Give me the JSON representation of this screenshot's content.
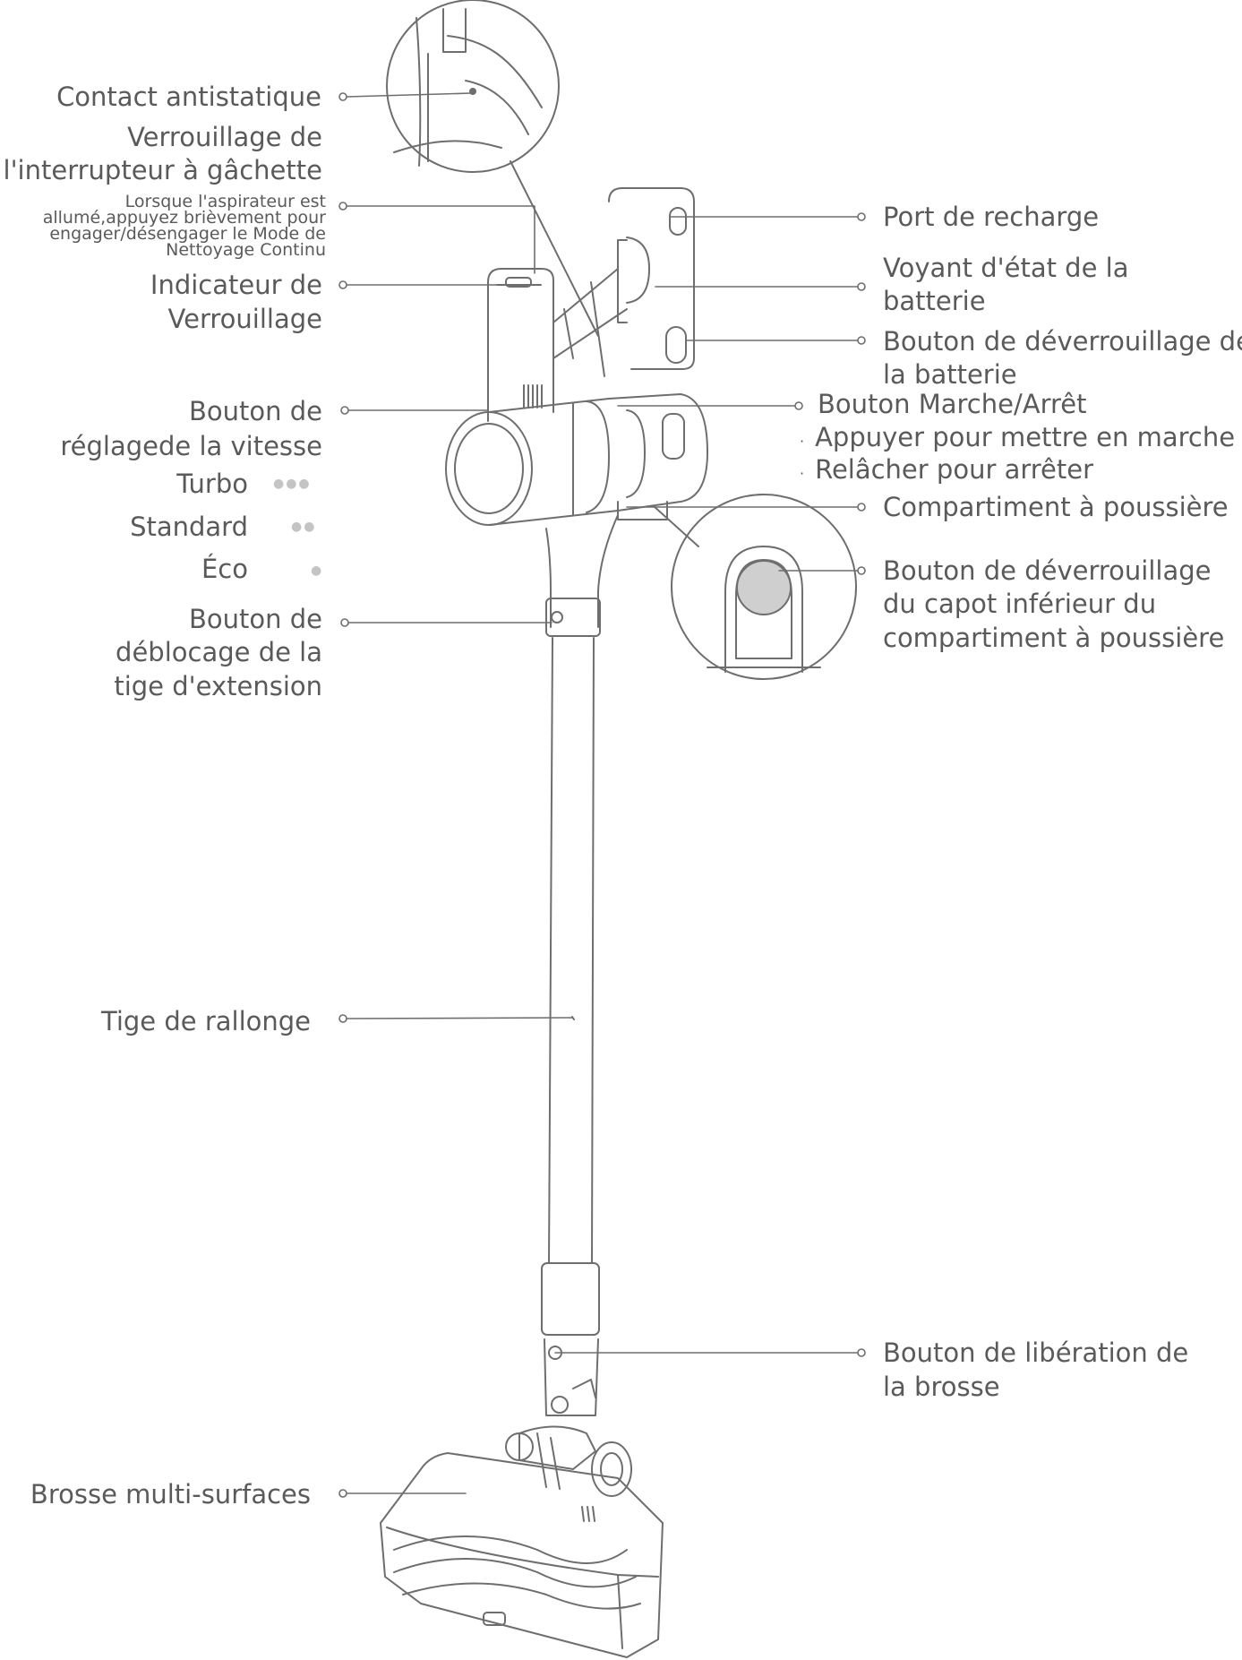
{
  "labels": {
    "antistatic_contact": "Contact antistatique",
    "trigger_lock_l1": "Verrouillage de",
    "trigger_lock_l2": "l'interrupteur à gâchette",
    "trigger_note_l1": "Lorsque l'aspirateur est",
    "trigger_note_l2": "allumé,appuyez brièvement pour",
    "trigger_note_l3": "engager/désengager le Mode de",
    "trigger_note_l4": "Nettoyage Continu",
    "lock_indicator_l1": "Indicateur de",
    "lock_indicator_l2": "Verrouillage",
    "speed_button_l1": "Bouton de",
    "speed_button_l2": "réglagede la vitesse",
    "turbo": "Turbo",
    "standard": "Standard",
    "eco": "Éco",
    "extension_release_l1": "Bouton de",
    "extension_release_l2": "déblocage de la",
    "extension_release_l3": "tige d'extension",
    "extension_tube": "Tige de rallonge",
    "multi_surface_brush": "Brosse multi-surfaces",
    "charging_port": "Port de recharge",
    "battery_status_l1": "Voyant d'état de la",
    "battery_status_l2": "batterie",
    "battery_release_l1": "Bouton de déverrouillage de",
    "battery_release_l2": "la batterie",
    "power_button": "Bouton Marche/Arrêt",
    "power_press": "Appuyer pour mettre en marche",
    "power_release": "Relâcher pour arrêter",
    "dust_bin": "Compartiment à poussière",
    "bin_lid_release_l1": "Bouton de déverrouillage",
    "bin_lid_release_l2": "du capot inférieur du",
    "bin_lid_release_l3": "compartiment à poussière",
    "brush_release_l1": "Bouton de libération de",
    "brush_release_l2": "la brosse"
  },
  "speed_levels": [
    {
      "name": "Turbo",
      "dots": 3
    },
    {
      "name": "Standard",
      "dots": 2
    },
    {
      "name": "Éco",
      "dots": 1
    }
  ],
  "colors": {
    "text": "#5a5a5a",
    "line": "#6e6e6e",
    "dot": "#c4c4c4",
    "button_fill": "#cfcfcf"
  }
}
